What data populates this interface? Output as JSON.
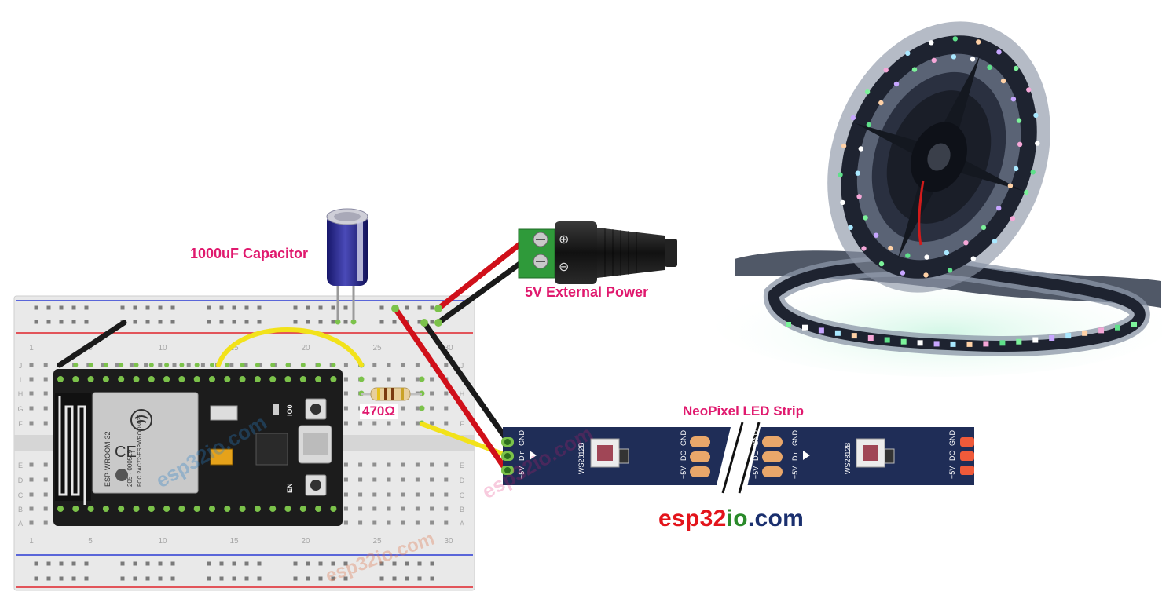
{
  "labels": {
    "capacitor": "1000uF Capacitor",
    "power": "5V External Power",
    "resistor": "470Ω",
    "strip": "NeoPixel LED Strip"
  },
  "brand": {
    "part1": "esp32",
    "part2": "io",
    "part3": ".com"
  },
  "watermark": "esp32io.com",
  "strip_pins": {
    "gnd": "GND",
    "din": "Din",
    "do": "DO",
    "v5": "+5V",
    "chip": "WS2812B"
  },
  "module": {
    "name": "ESP-WROOM-32",
    "code": "205 - 000519",
    "fcc": "FCC 2AC72-ESPWROOM 32",
    "io0": "IO0",
    "en": "EN"
  },
  "breadboard": {
    "columns": [
      "1",
      "5",
      "10",
      "15",
      "20",
      "25",
      "30"
    ],
    "rows_top": [
      "J",
      "I",
      "H",
      "G",
      "F"
    ],
    "rows_bottom": [
      "E",
      "D",
      "C",
      "B",
      "A"
    ]
  },
  "power_jack": {
    "plus": "⊕",
    "minus": "⊖"
  },
  "colors": {
    "accent": "#e0196e",
    "wire_red": "#d0101a",
    "wire_black": "#1a1a1a",
    "wire_yellow": "#f2e21a",
    "strip_blue": "#1f2d57",
    "brand_red": "#e3141b",
    "brand_blue": "#1a2f6e"
  }
}
